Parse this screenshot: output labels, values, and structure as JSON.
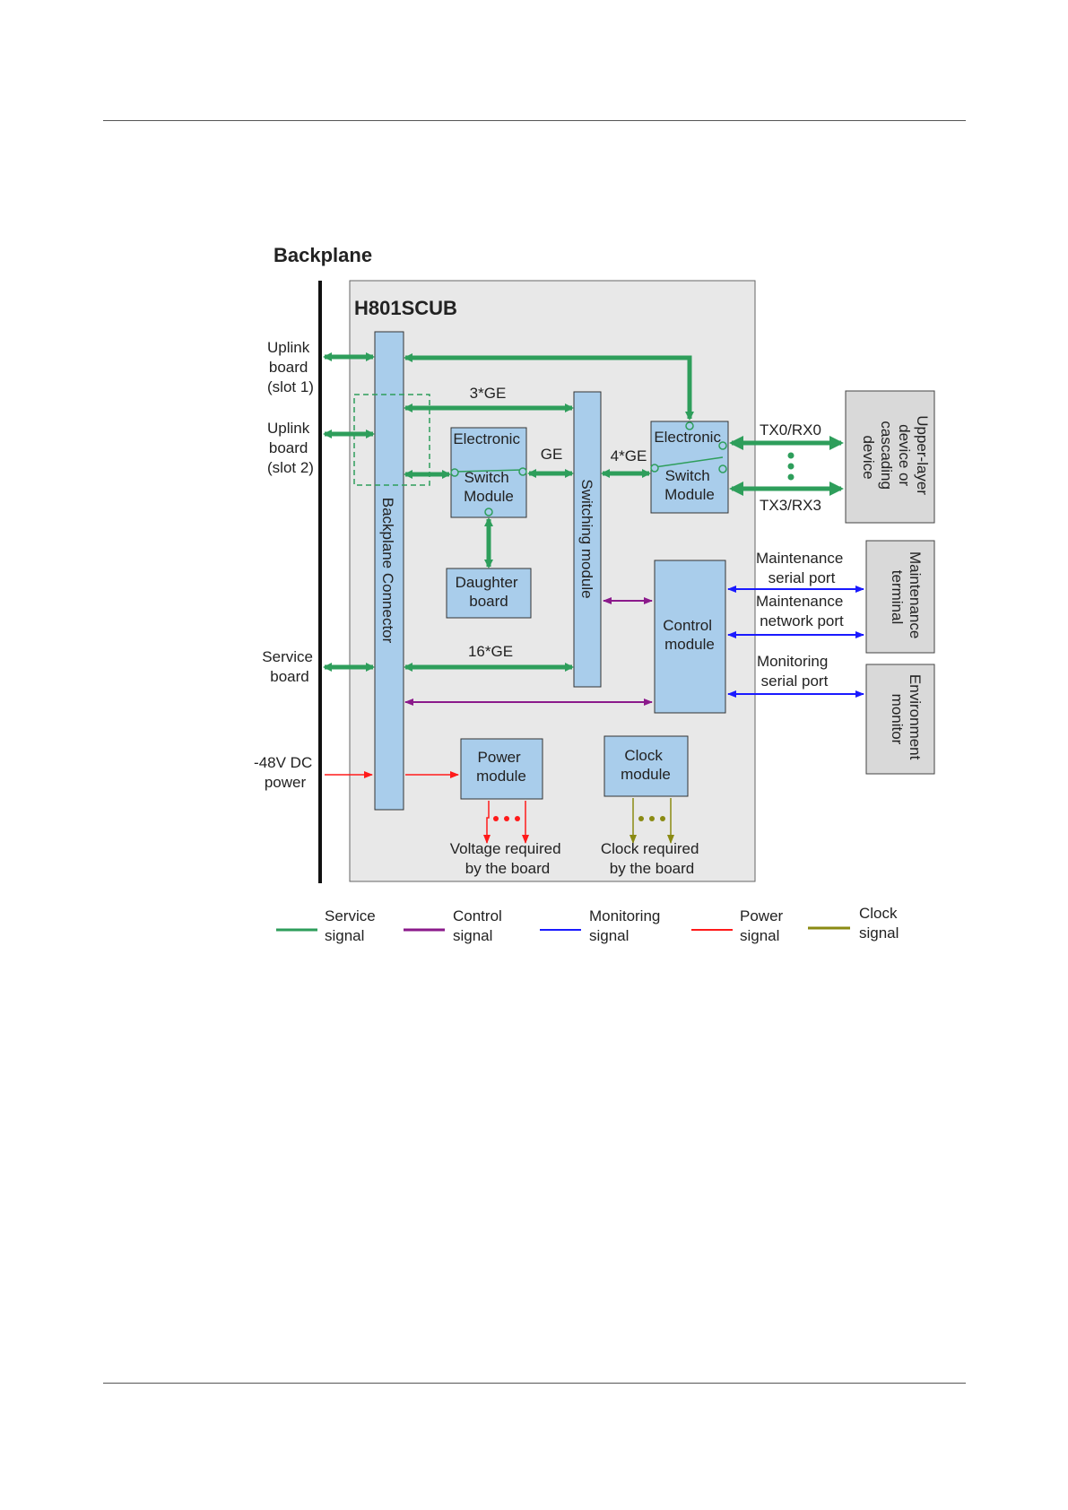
{
  "diagram": {
    "backplane_title": "Backplane",
    "board_title": "H801SCUB",
    "left_ports": {
      "uplink1": [
        "Uplink",
        "board",
        "(slot 1)"
      ],
      "uplink2": [
        "Uplink",
        "board",
        "(slot 2)"
      ],
      "service": [
        "Service",
        "board"
      ],
      "power_in": [
        "-48V DC",
        "power"
      ]
    },
    "blocks": {
      "backplane_connector": "Backplane Connector",
      "esm_left": [
        "Electronic",
        "Switch",
        "Module"
      ],
      "daughter_board": [
        "Daughter",
        "board"
      ],
      "switching_module": "Switching module",
      "esm_right": [
        "Electronic",
        "Switch",
        "Module"
      ],
      "control_module": [
        "Control",
        "module"
      ],
      "power_module": [
        "Power",
        "module"
      ],
      "clock_module": [
        "Clock",
        "module"
      ]
    },
    "link_labels": {
      "ge3": "3*GE",
      "ge1": "GE",
      "ge4": "4*GE",
      "ge16": "16*GE",
      "tx0": "TX0/RX0",
      "tx3": "TX3/RX3",
      "maint_serial": [
        "Maintenance",
        "serial port"
      ],
      "maint_network": [
        "Maintenance",
        "network port"
      ],
      "mon_serial": [
        "Monitoring",
        "serial port"
      ],
      "voltage": [
        "Voltage required",
        "by the board"
      ],
      "clock": [
        "Clock required",
        "by the board"
      ]
    },
    "external": {
      "upper_layer": [
        "Upper-layer",
        "device or",
        "cascading",
        "device"
      ],
      "maint_terminal": [
        "Maintenance",
        "terminal"
      ],
      "env_monitor": [
        "Environment",
        "monitor"
      ]
    },
    "legend": [
      {
        "line1": "Service",
        "line2": "signal",
        "color": "#2e9e5b"
      },
      {
        "line1": "Control",
        "line2": "signal",
        "color": "#8b1a8b"
      },
      {
        "line1": "Monitoring",
        "line2": "signal",
        "color": "#1a1aff"
      },
      {
        "line1": "Power",
        "line2": "signal",
        "color": "#ff1a1a"
      },
      {
        "line1": "Clock",
        "line2": "signal",
        "color": "#8a8a12"
      }
    ],
    "colors": {
      "service": "#2e9e5b",
      "control": "#8b1a8b",
      "monitoring": "#1a1aff",
      "power": "#ff1a1a",
      "clock": "#8a8a12",
      "block_fill": "#a9cdeb",
      "board_fill": "#e8e8e8",
      "external_fill": "#d9d9d9"
    }
  }
}
